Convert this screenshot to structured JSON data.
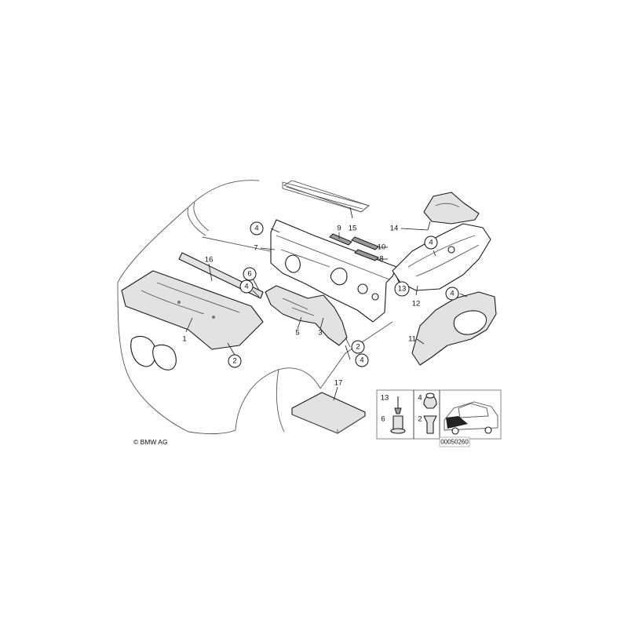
{
  "copyright": "© BMW AG",
  "document_number": "00050260",
  "labels": {
    "l1": "1",
    "l2a": "2",
    "l2b": "2",
    "l3": "3",
    "l4a": "4",
    "l4b": "4",
    "l4c": "4",
    "l4d": "4",
    "l4e": "4",
    "l5": "5",
    "l6": "6",
    "l7": "7",
    "l8": "8",
    "l9": "9",
    "l10": "10",
    "l11": "11",
    "l12": "12",
    "l13": "13",
    "l14": "14",
    "l15": "15",
    "l16": "16",
    "l17": "17"
  },
  "inset": {
    "l13": "13",
    "l6": "6",
    "l4": "4",
    "l2": "2"
  }
}
